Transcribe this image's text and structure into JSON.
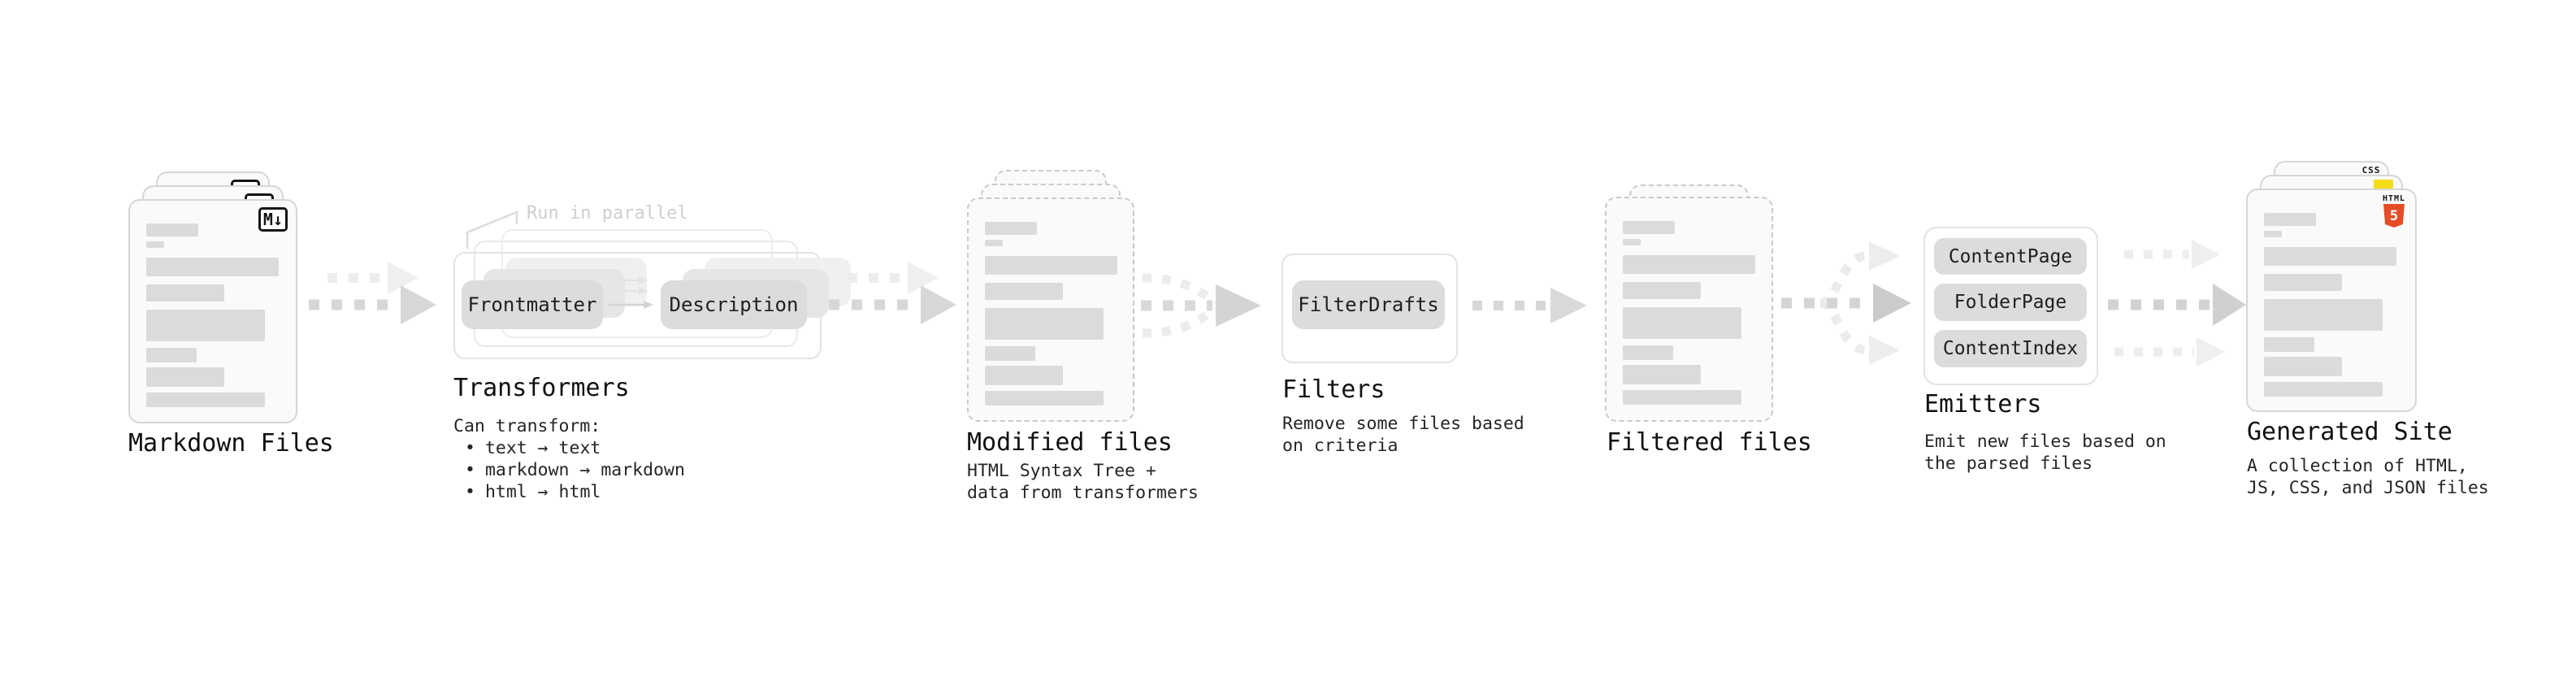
{
  "markdown_files": {
    "icon_glyph": "M↓",
    "label": "Markdown Files"
  },
  "transformers": {
    "note": "Run in parallel",
    "pills": {
      "left": "Frontmatter",
      "right": "Description"
    },
    "label": "Transformers",
    "body_heading": "Can transform:",
    "bullet_char": "•",
    "bullets": [
      "text → text",
      "markdown → markdown",
      "html → html"
    ]
  },
  "modified_files": {
    "label": "Modified files",
    "description": [
      "HTML Syntax Tree +",
      "data from transformers"
    ]
  },
  "filters": {
    "pill": "FilterDrafts",
    "label": "Filters",
    "description": [
      "Remove some files based",
      "on criteria"
    ]
  },
  "filtered_files": {
    "label": "Filtered files"
  },
  "emitters": {
    "pills": [
      "ContentPage",
      "FolderPage",
      "ContentIndex"
    ],
    "label": "Emitters",
    "description": [
      "Emit new files based on",
      "the parsed files"
    ]
  },
  "generated_site": {
    "label": "Generated Site",
    "description": [
      "A collection of HTML,",
      "JS, CSS, and JSON files"
    ],
    "badges": {
      "css_label": "CSS",
      "html_label": "HTML",
      "html_number": "5"
    }
  },
  "colors": {
    "html5_orange": "#e44d26",
    "js_yellow": "#f5dd1a",
    "css_blue": "#2166e8"
  }
}
